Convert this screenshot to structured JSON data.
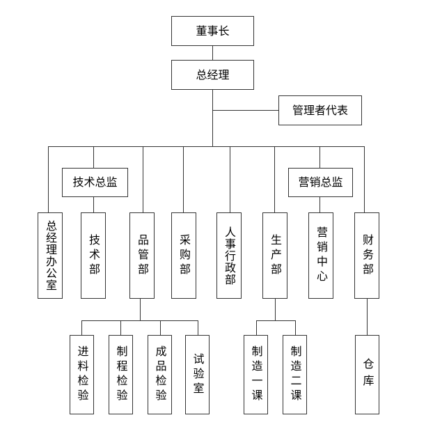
{
  "org": {
    "chairman": "董事长",
    "gm": "总经理",
    "rep": "管理者代表",
    "tech_director": "技术总监",
    "sales_director": "营销总监",
    "departments": {
      "gm_office": "总经理办公室",
      "tech": "技术部",
      "quality": "品管部",
      "purchasing": "采购部",
      "hr": "人事行政部",
      "production": "生产部",
      "marketing": "营销中心",
      "finance": "财务部"
    },
    "sub_units": {
      "incoming_check": "进料检验",
      "process_check": "制程检验",
      "final_check": "成品检验",
      "lab": "试验室",
      "mfg1": "制造一课",
      "mfg2": "制造二课",
      "warehouse": "仓库"
    }
  }
}
